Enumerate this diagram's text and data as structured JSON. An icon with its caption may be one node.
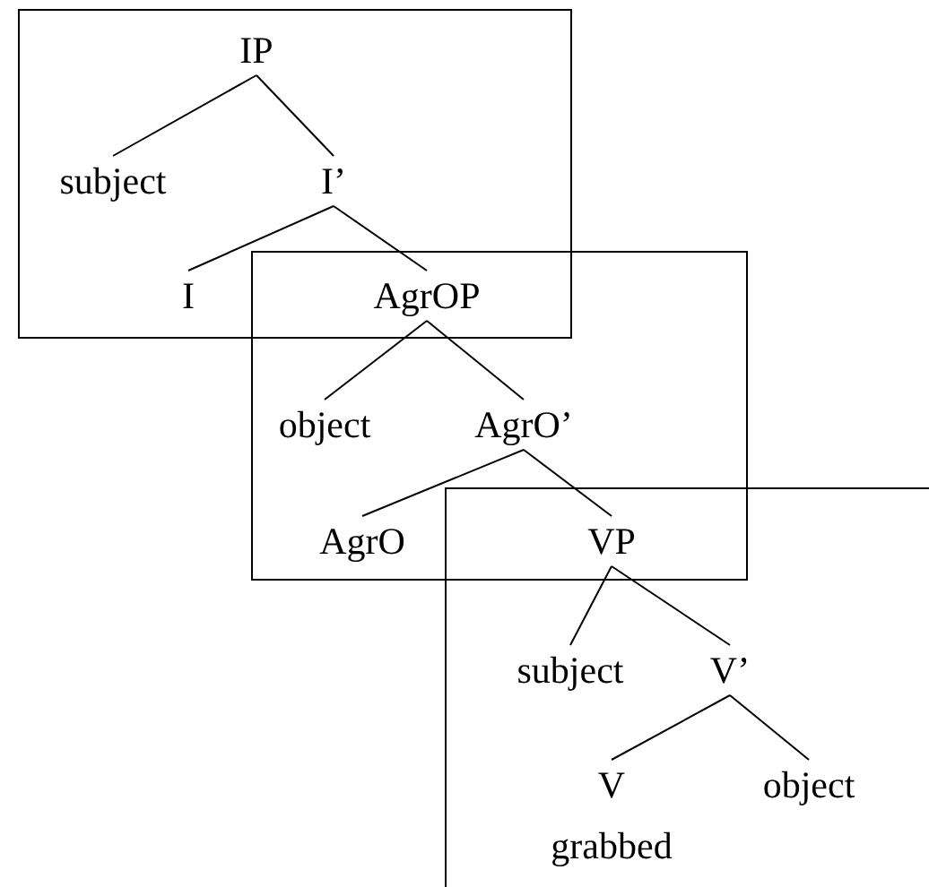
{
  "diagram": {
    "nodes": [
      {
        "text": [
          "IP"
        ]
      },
      {
        "text": [
          "subject"
        ]
      },
      {
        "text": [
          "I’"
        ]
      },
      {
        "text": [
          "I"
        ]
      },
      {
        "text": [
          "AgrOP"
        ]
      },
      {
        "text": [
          "object"
        ]
      },
      {
        "text": [
          "AgrO’"
        ]
      },
      {
        "text": [
          "AgrO"
        ]
      },
      {
        "text": [
          "VP"
        ]
      },
      {
        "text": [
          "subject"
        ]
      },
      {
        "text": [
          "V’"
        ]
      },
      {
        "text": [
          "V"
        ]
      },
      {
        "text": [
          "object"
        ]
      }
    ],
    "labels": [
      "grabbed"
    ],
    "edges": [
      {
        "from": 0,
        "to": 1,
        "arrow": "none"
      },
      {
        "from": 0,
        "to": 2,
        "arrow": "none"
      },
      {
        "from": 2,
        "to": 3,
        "arrow": "none"
      },
      {
        "from": 2,
        "to": 4,
        "arrow": "none"
      },
      {
        "from": 4,
        "to": 5,
        "arrow": "none"
      },
      {
        "from": 4,
        "to": 6,
        "arrow": "none"
      },
      {
        "from": 6,
        "to": 7,
        "arrow": "none"
      },
      {
        "from": 6,
        "to": 8,
        "arrow": "none"
      },
      {
        "from": 8,
        "to": 9,
        "arrow": "none"
      },
      {
        "from": 8,
        "to": 10,
        "arrow": "none"
      },
      {
        "from": 10,
        "to": 11,
        "arrow": "none"
      },
      {
        "from": 10,
        "to": 12,
        "arrow": "none"
      }
    ]
  }
}
